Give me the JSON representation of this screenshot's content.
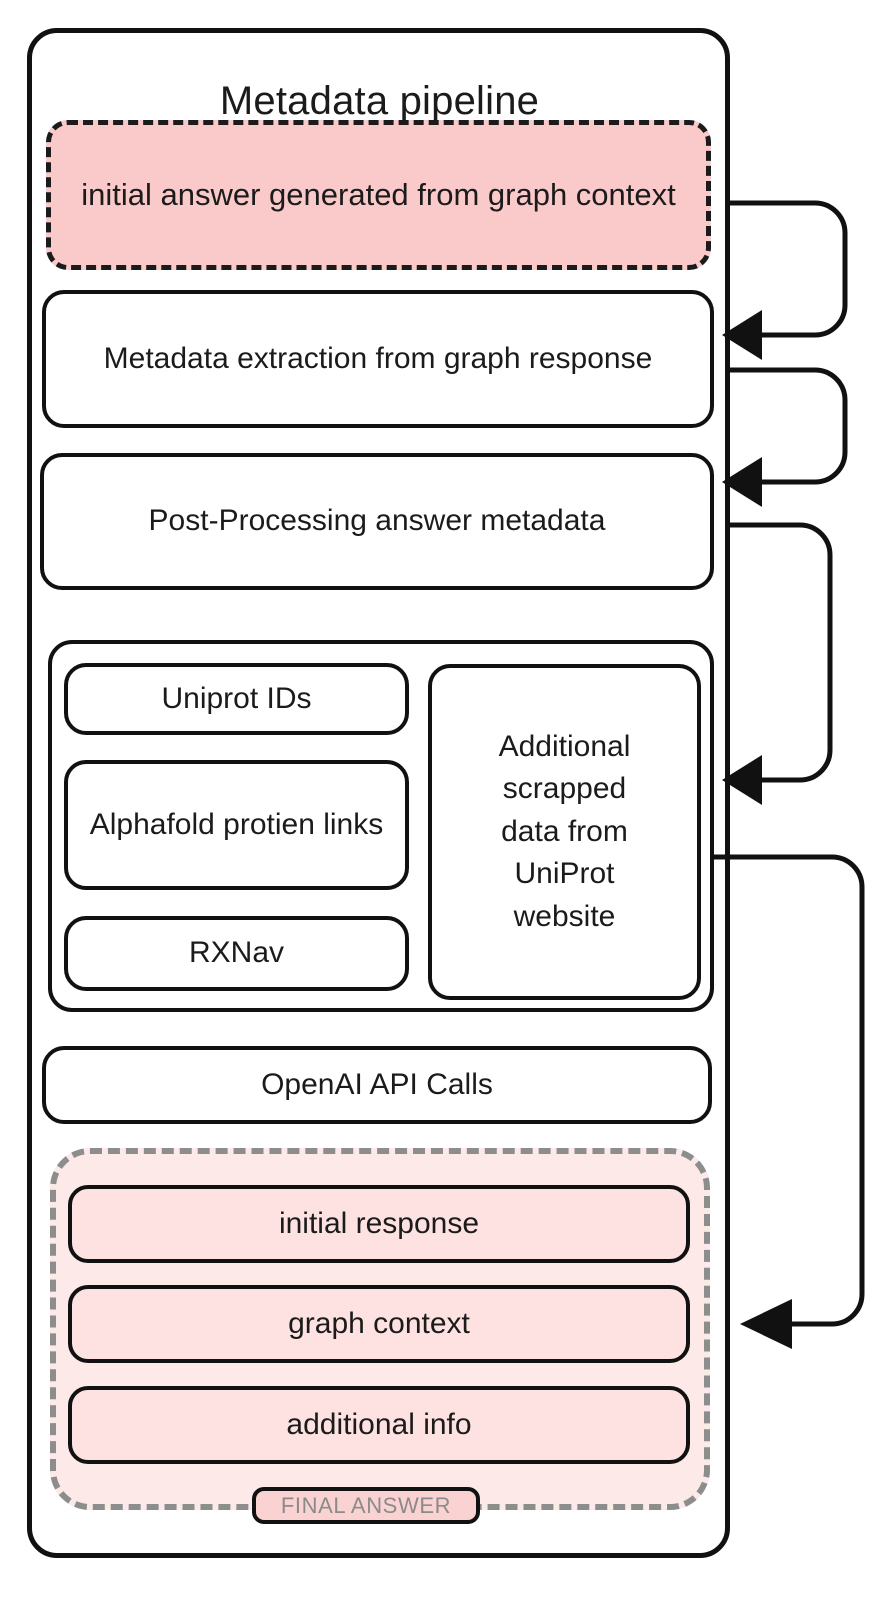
{
  "diagram": {
    "title": "Metadata pipeline",
    "type": "flowchart",
    "colors": {
      "outline": "#111111",
      "highlight_pink": "#fac9ca",
      "soft_pink": "#fce9e8",
      "row_pink": "#fde2e1",
      "badge_pink": "#fad2d1",
      "dashed_gray": "#8d8d8d",
      "badge_text_gray": "#8b8b8b",
      "text": "#1b1b1b",
      "background": "#ffffff"
    },
    "nodes": {
      "initial_answer": "initial answer generated from graph context",
      "metadata_extraction": "Metadata extraction from graph response",
      "post_processing": "Post-Processing answer metadata",
      "openai_calls": "OpenAI API Calls"
    },
    "sources_group": {
      "left_items": [
        "Uniprot IDs",
        "Alphafold protien links",
        "RXNav"
      ],
      "right_item": "Additional scrapped data from UniProt website"
    },
    "final_answer_group": {
      "rows": [
        "initial response",
        "graph context",
        "additional info"
      ],
      "badge": "FINAL ANSWER"
    },
    "connectors": [
      {
        "name": "initial-answer-to-metadata-extraction",
        "from": "initial answer generated from graph context",
        "to": "Metadata extraction from graph response"
      },
      {
        "name": "metadata-extraction-to-post-processing",
        "from": "Metadata extraction from graph response",
        "to": "Post-Processing answer metadata"
      },
      {
        "name": "post-processing-to-sources",
        "from": "Post-Processing answer metadata",
        "to": "Additional scrapped data from UniProt website"
      },
      {
        "name": "sources-to-graph-context",
        "from": "Additional scrapped data from UniProt website",
        "to": "graph context"
      }
    ]
  }
}
